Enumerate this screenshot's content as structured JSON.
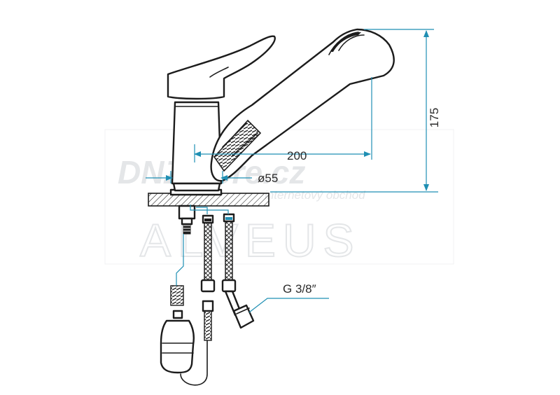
{
  "dimensions": {
    "height_label": "175",
    "length_label": "200",
    "diameter_label": "ø55",
    "connection_label": "G 3/8″"
  },
  "watermark": {
    "logo": "DNZstore.cz",
    "tagline": "internetový obchod",
    "brand": "ALVEUS"
  },
  "colors": {
    "dimension_line": "#1f8fb3",
    "outline": "#1c1c1c",
    "watermark": "#e4e6e8"
  }
}
